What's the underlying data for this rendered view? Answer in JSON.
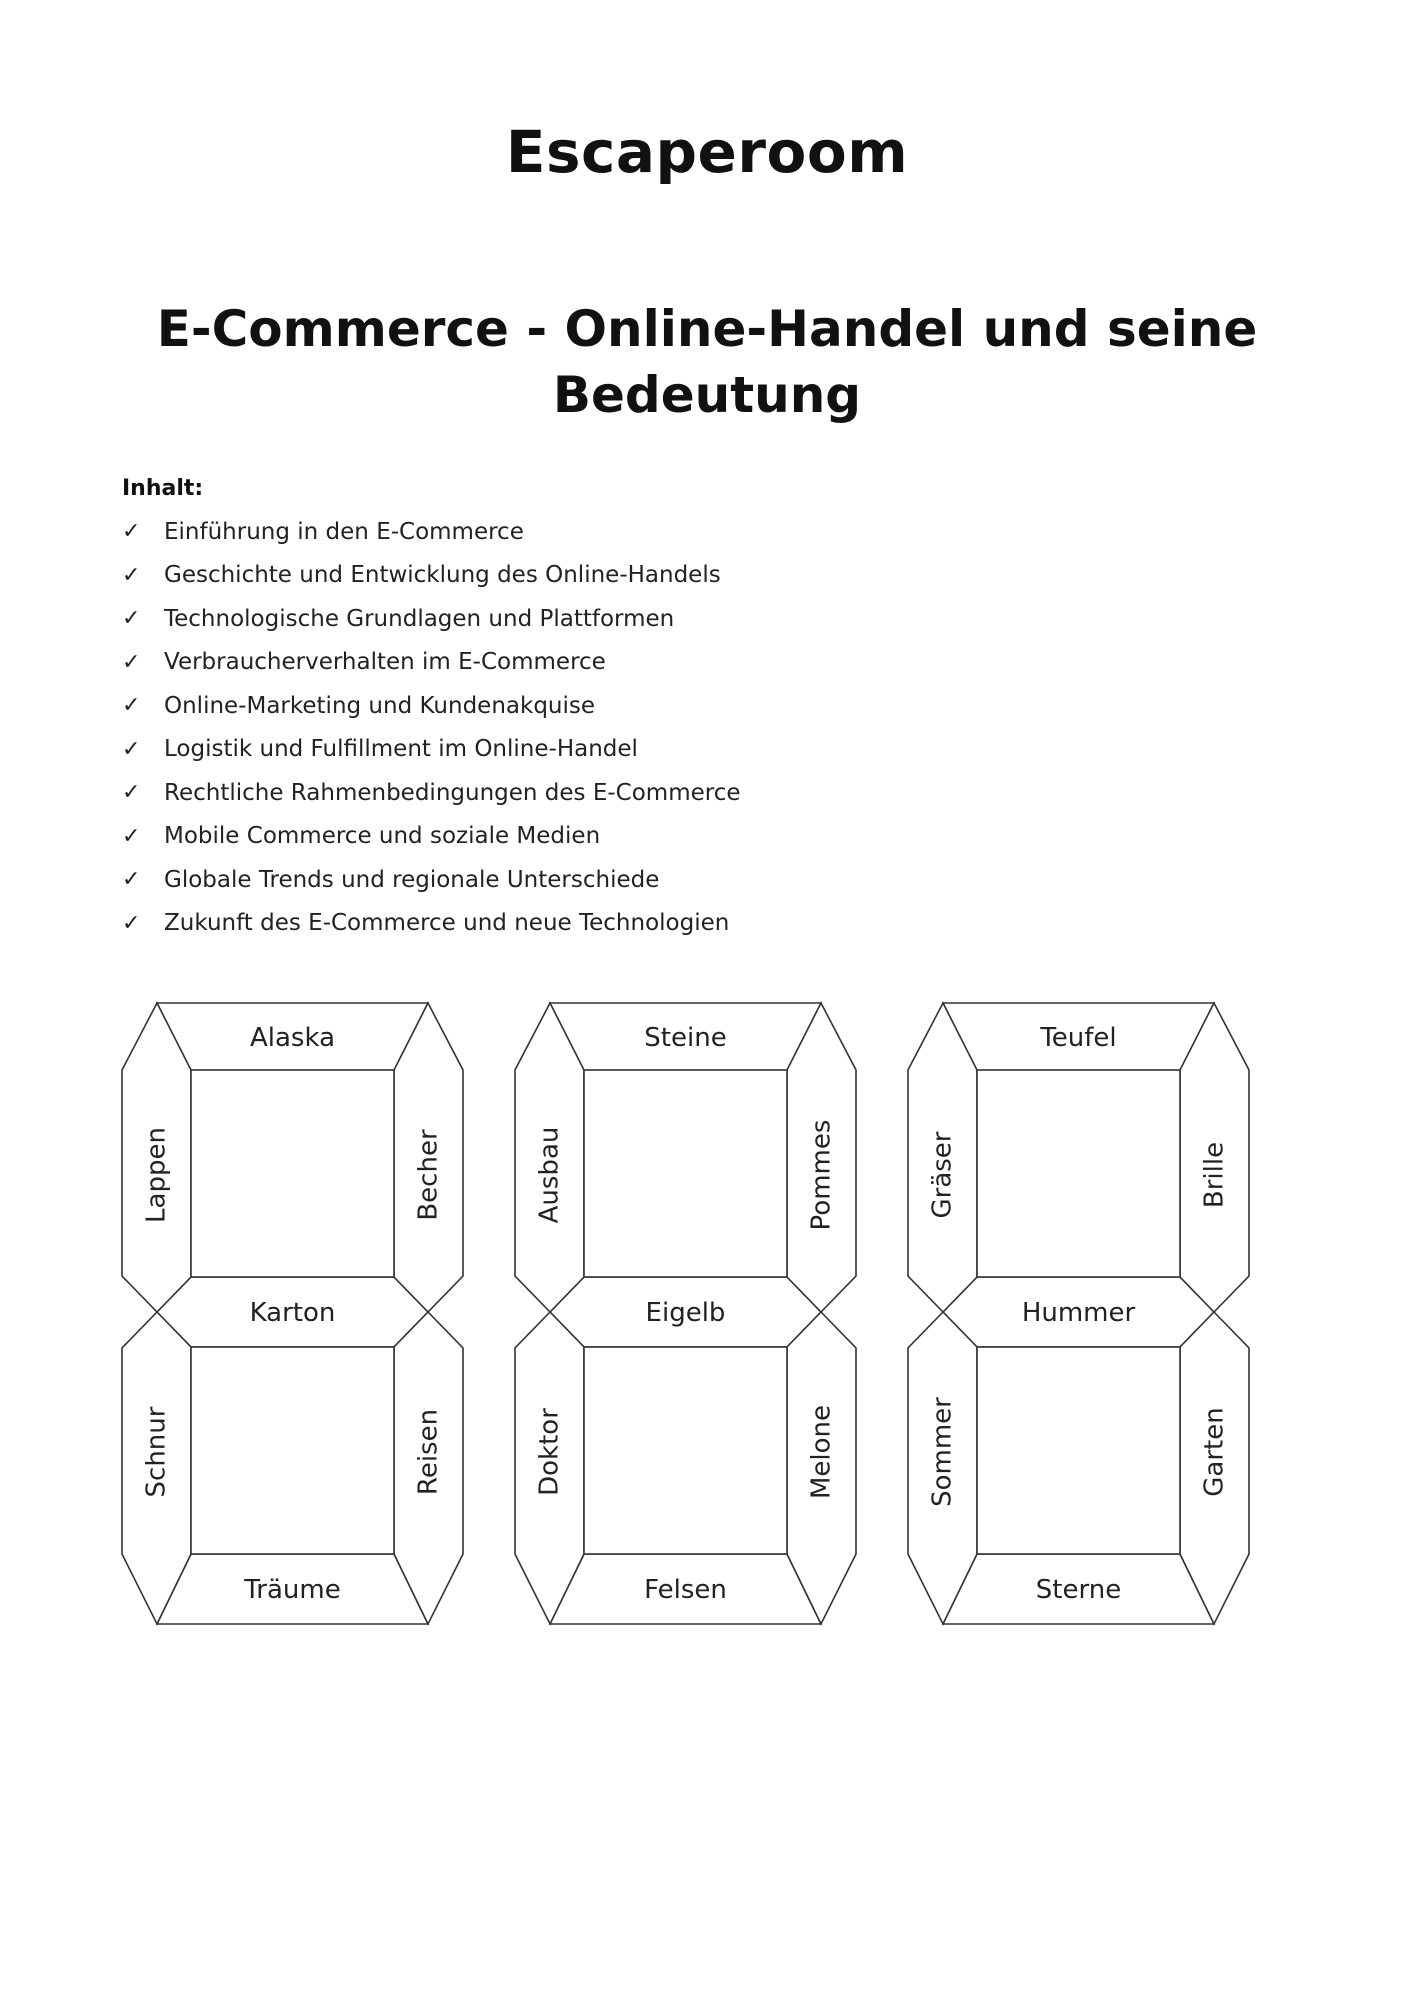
{
  "title": "Escaperoom",
  "subtitle": "E-Commerce - Online-Handel und seine Bedeutung",
  "contents": {
    "label": "Inhalt:",
    "check_icon": "✓",
    "items": [
      "Einführung in den E-Commerce",
      "Geschichte und Entwicklung des Online-Handels",
      "Technologische Grundlagen und Plattformen",
      "Verbraucherverhalten im E-Commerce",
      "Online-Marketing und Kundenakquise",
      "Logistik und Fulfillment im Online-Handel",
      "Rechtliche Rahmenbedingungen des E-Commerce",
      "Mobile Commerce und soziale Medien",
      "Globale Trends und regionale Unterschiede",
      "Zukunft des E-Commerce und neue Technologien"
    ]
  },
  "puzzles": [
    {
      "top": "Alaska",
      "upper_left": "Lappen",
      "upper_right": "Becher",
      "middle": "Karton",
      "lower_left": "Schnur",
      "lower_right": "Reisen",
      "bottom": "Träume"
    },
    {
      "top": "Steine",
      "upper_left": "Ausbau",
      "upper_right": "Pommes",
      "middle": "Eigelb",
      "lower_left": "Doktor",
      "lower_right": "Melone",
      "bottom": "Felsen"
    },
    {
      "top": "Teufel",
      "upper_left": "Gräser",
      "upper_right": "Brille",
      "middle": "Hummer",
      "lower_left": "Sommer",
      "lower_right": "Garten",
      "bottom": "Sterne"
    }
  ]
}
